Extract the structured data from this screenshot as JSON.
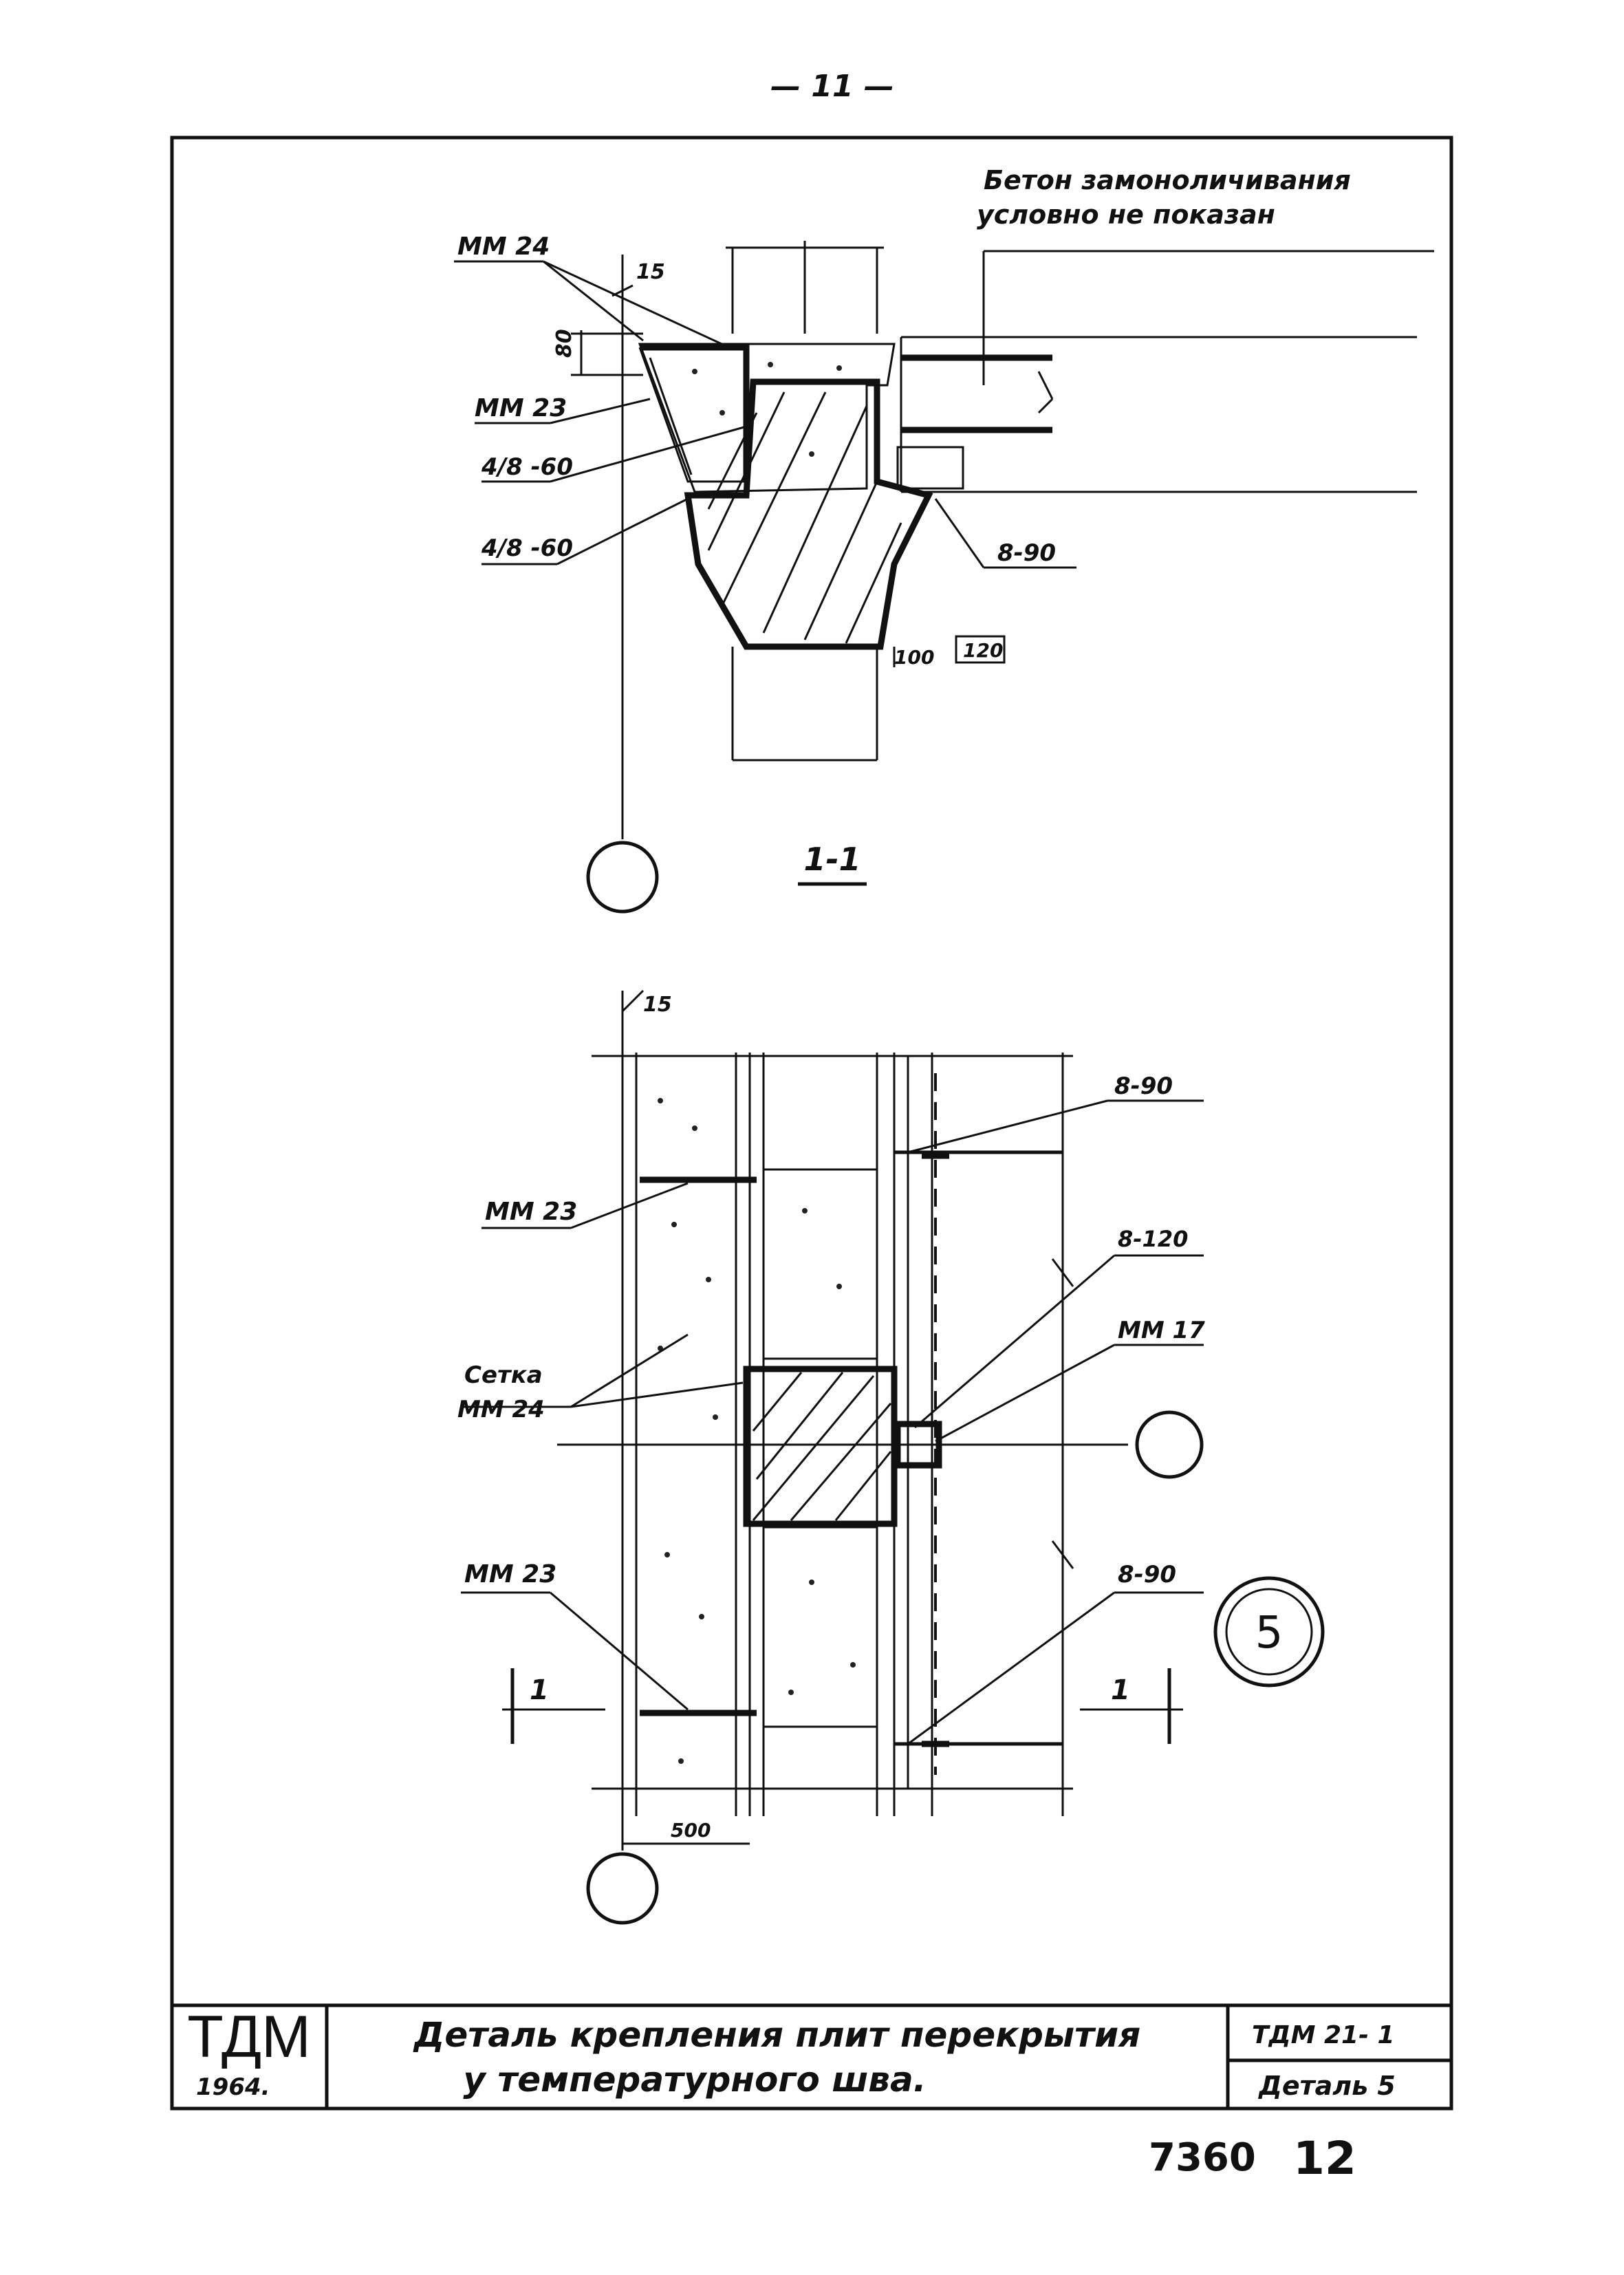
{
  "page_number": "— 11 —",
  "note": {
    "line1": "Бетон замоноличивания",
    "line2": "условно не показан"
  },
  "section": {
    "title": "1-1",
    "labels": {
      "mm24": "ММ 24",
      "mm23": "ММ 23",
      "weld_a": "4/8 -60",
      "weld_b": "4/8 -60",
      "bar": "8-90",
      "dim_15": "15",
      "dim_80": "80",
      "dim_100": "100",
      "dim_120": "120"
    }
  },
  "plan": {
    "labels": {
      "dim_15": "15",
      "bar_top": "8-90",
      "mm23_top": "ММ 23",
      "bar_mid": "8-120",
      "mm17": "ММ 17",
      "setka": "Сетка",
      "setka_mm": "ММ 24",
      "mm23_bottom": "ММ 23",
      "bar_bottom": "8-90",
      "cut_left": "1",
      "cut_right": "1",
      "dim_500": "500"
    },
    "detail_marker": "5"
  },
  "title_block": {
    "org": "ТДМ",
    "year": "1964.",
    "title_line1": "Деталь крепления плит перекрытия",
    "title_line2": "у температурного шва.",
    "code": "ТДМ 21- 1",
    "sheet": "Деталь 5"
  },
  "stamp": {
    "number": "7360",
    "page": "12"
  }
}
